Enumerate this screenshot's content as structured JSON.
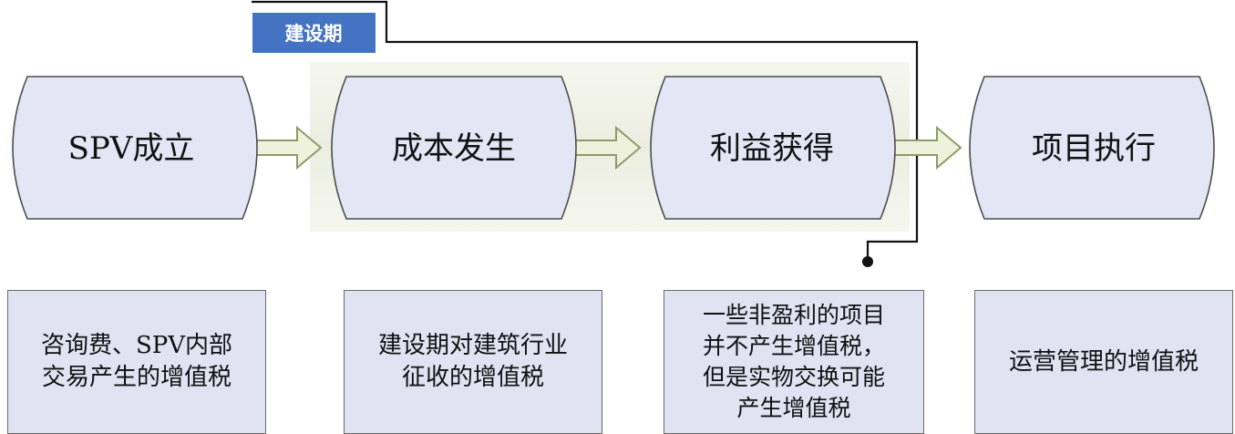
{
  "phase_tag": {
    "label": "建设期"
  },
  "stages": [
    {
      "label": "SPV成立"
    },
    {
      "label": "成本发生"
    },
    {
      "label": "利益获得"
    },
    {
      "label": "项目执行"
    }
  ],
  "notes": [
    {
      "lines": [
        "咨询费、SPV内部",
        "交易产生的增值税"
      ]
    },
    {
      "lines": [
        "建设期对建筑行业",
        "征收的增值税"
      ]
    },
    {
      "lines": [
        "一些非盈利的项目",
        "并不产生增值税，",
        "但是实物交换可能",
        "产生增值税"
      ]
    },
    {
      "lines": [
        "运营管理的增值税"
      ]
    }
  ],
  "colors": {
    "stage_fill": "#e2e6f5",
    "stage_stroke": "#4d4d4d",
    "tag_fill": "#4473c4",
    "phase_band": "#eef0e6",
    "arrow_fill": "#eef2dc",
    "arrow_stroke": "#8f9a6a",
    "bracket_line": "#111111"
  }
}
